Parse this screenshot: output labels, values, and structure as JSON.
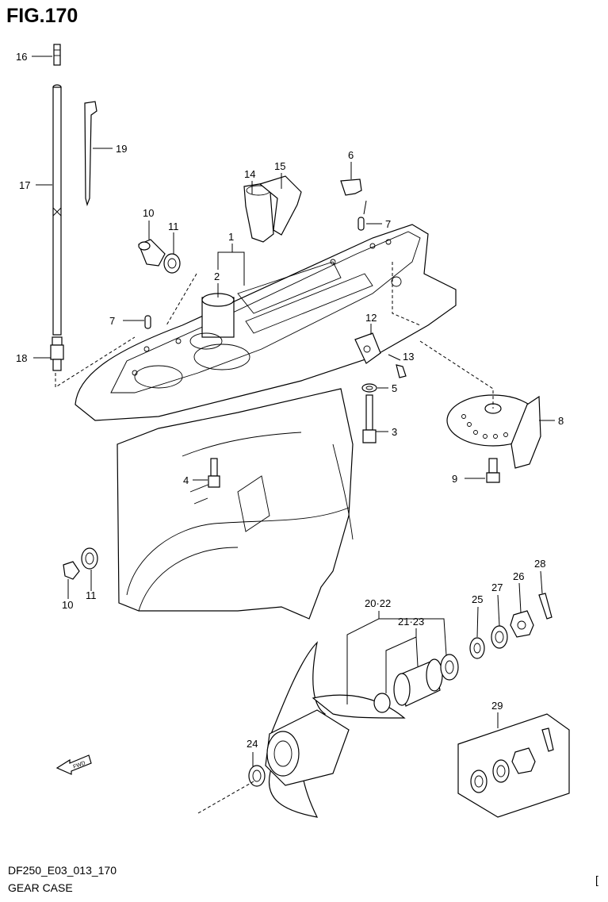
{
  "header": {
    "figure_title": "FIG.170"
  },
  "footer": {
    "diagram_code": "DF250_E03_013_170",
    "diagram_name": "GEAR CASE",
    "corner_mark": "["
  },
  "callouts": {
    "c1": "1",
    "c2": "2",
    "c3": "3",
    "c4": "4",
    "c5": "5",
    "c6": "6",
    "c7a": "7",
    "c7b": "7",
    "c8": "8",
    "c9": "9",
    "c10a": "10",
    "c10b": "10",
    "c11a": "11",
    "c11b": "11",
    "c12": "12",
    "c13": "13",
    "c14": "14",
    "c15": "15",
    "c16": "16",
    "c17": "17",
    "c18": "18",
    "c19": "19",
    "c20_22": "20·22",
    "c21_23": "21·23",
    "c24": "24",
    "c25": "25",
    "c26": "26",
    "c27": "27",
    "c28": "28",
    "c29": "29"
  },
  "icons": {
    "direction_arrow": "fwd-arrow-icon"
  }
}
